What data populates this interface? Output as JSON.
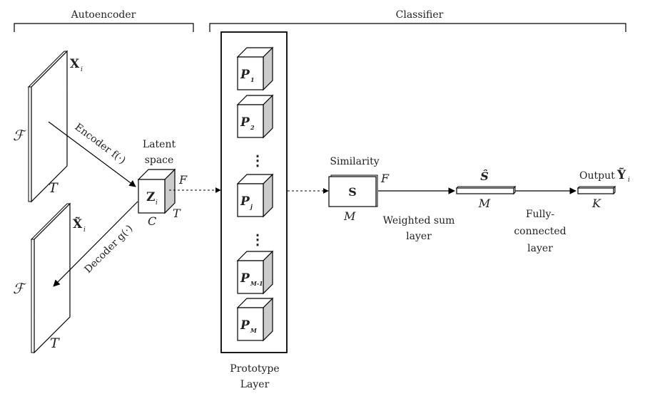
{
  "sections": {
    "autoencoder": "Autoencoder",
    "classifier": "Classifier"
  },
  "input": {
    "symbol": "X",
    "subscript": "i",
    "feature_axis": "ℱ",
    "time_axis": "Τ"
  },
  "reconstruction": {
    "symbol": "X̃",
    "subscript": "i",
    "feature_axis": "ℱ",
    "time_axis": "Τ"
  },
  "encoder": {
    "label": "Encoder f(·)"
  },
  "decoder": {
    "label": "Decoder g(·)"
  },
  "latent": {
    "title_line1": "Latent",
    "title_line2": "space",
    "symbol": "Z",
    "subscript": "i",
    "dim_f": "F",
    "dim_t": "T",
    "dim_c": "C"
  },
  "prototype_layer": {
    "title_line1": "Prototype",
    "title_line2": "Layer",
    "prototypes": [
      {
        "symbol": "P",
        "subscript": "1"
      },
      {
        "symbol": "P",
        "subscript": "2"
      },
      {
        "symbol": "P",
        "subscript": "j"
      },
      {
        "symbol": "P",
        "subscript": "M-1"
      },
      {
        "symbol": "P",
        "subscript": "M"
      }
    ],
    "ellipsis": "⋮"
  },
  "similarity": {
    "title": "Similarity",
    "symbol": "S",
    "dim_f": "F",
    "dim_m": "M"
  },
  "weighted_sum": {
    "line1": "Weighted sum",
    "line2": "layer"
  },
  "s_hat": {
    "symbol": "Ŝ",
    "dim": "M"
  },
  "fully_connected": {
    "line1": "Fully-",
    "line2": "connected",
    "line3": "layer"
  },
  "output": {
    "label": "Output",
    "symbol": "Ỹ",
    "subscript": "i",
    "dim": "K"
  }
}
